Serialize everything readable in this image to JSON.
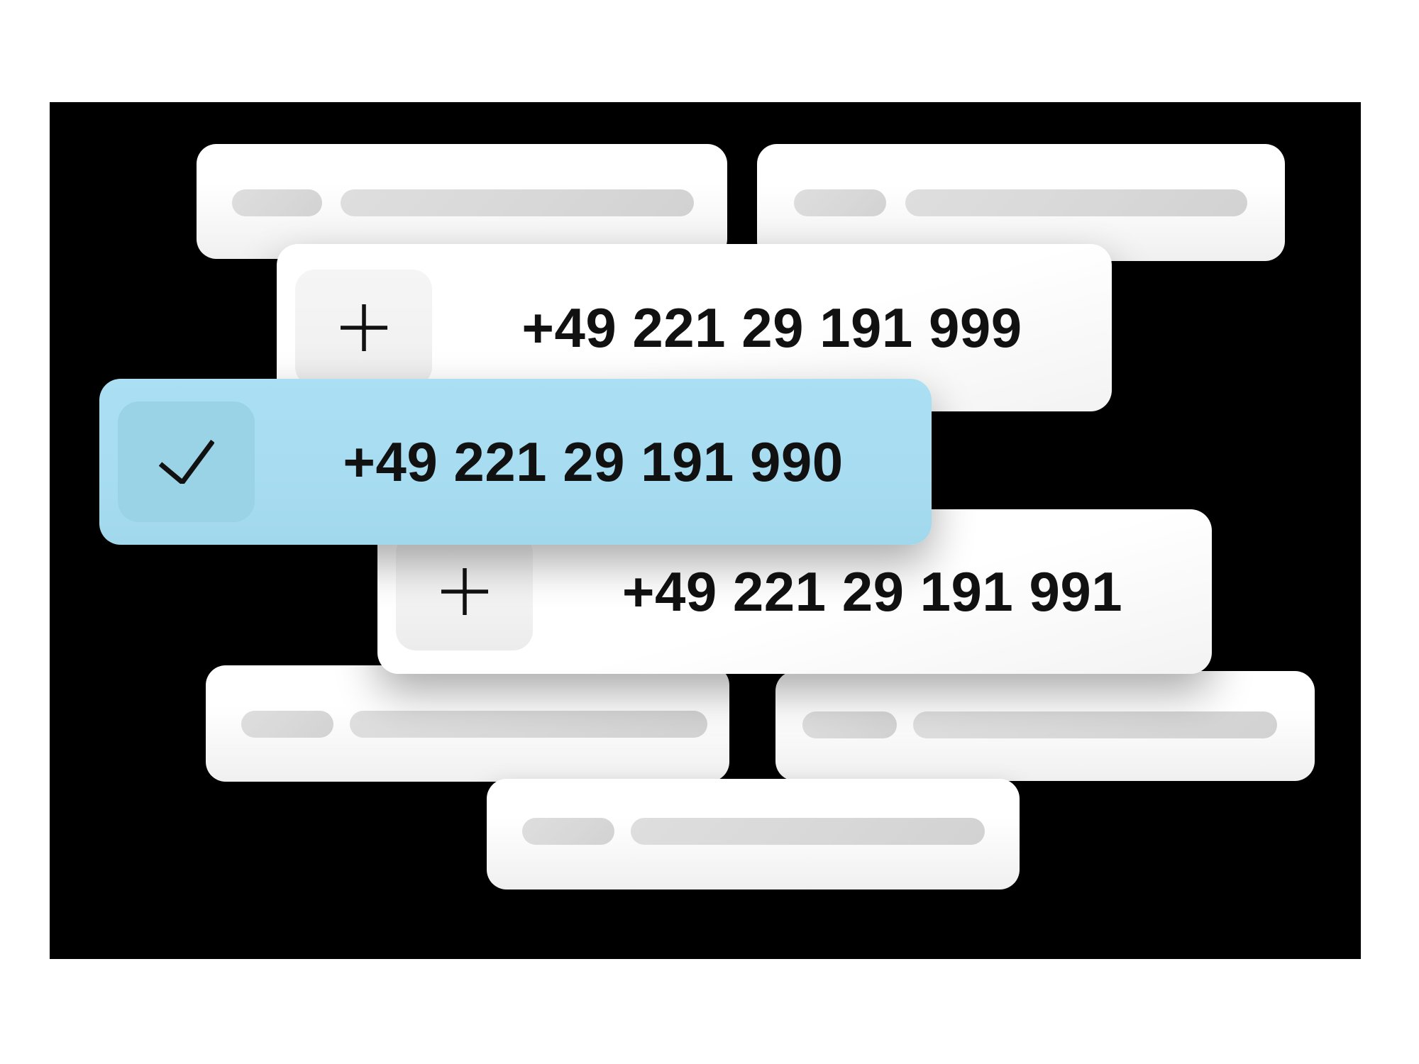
{
  "scene": {
    "page_bg": "#ffffff",
    "panel_bg": "#000000",
    "description_texts": []
  },
  "colors": {
    "ink": "#111111",
    "card_white": "#ffffff",
    "selected_card": "#a7dcf1",
    "selected_chip": "#9ad2e6",
    "chip_gray": "#f2f2f2",
    "pill_gray": "#d8d8d8"
  },
  "phone_picker": {
    "options": [
      {
        "number": "+49 221 29 191 999",
        "state": "available",
        "icon": "plus-icon"
      },
      {
        "number": "+49 221 29 191 990",
        "state": "selected",
        "icon": "check-icon"
      },
      {
        "number": "+49 221 29 191 991",
        "state": "available",
        "icon": "plus-icon"
      }
    ]
  },
  "placeholders": {
    "count": 5,
    "bars_per_card": 2
  }
}
